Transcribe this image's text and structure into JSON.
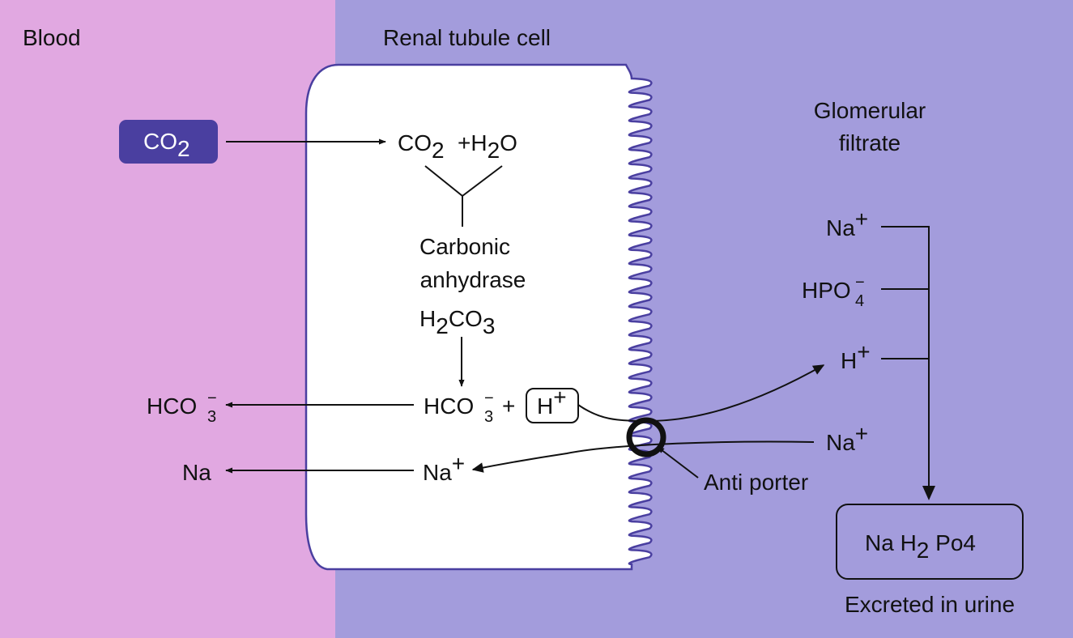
{
  "colors": {
    "blood_bg": "#e1a8e1",
    "cell_region_bg": "#a39cdc",
    "cell_fill": "#ffffff",
    "cell_outline": "#4a3fa0",
    "co2_box_fill": "#4a3fa0",
    "ink": "#111111"
  },
  "regions": {
    "blood": "Blood",
    "renal_tubule_cell": "Renal tubule cell",
    "glomerular_filtrate_line1": "Glomerular",
    "glomerular_filtrate_line2": "filtrate"
  },
  "blood_side": {
    "co2_box": {
      "main": "CO",
      "sub": "2"
    },
    "hco3": {
      "main": "HCO",
      "sup": "−",
      "sub": "3"
    },
    "na": "Na"
  },
  "cell": {
    "reaction_co2": {
      "main": "CO",
      "sub": "2"
    },
    "reaction_plus_h2o": {
      "prefix": "+H",
      "sub": "2",
      "suffix": "O"
    },
    "enzyme_line1": "Carbonic",
    "enzyme_line2": "anhydrase",
    "h2co3": {
      "a": "H",
      "sub1": "2",
      "b": "CO",
      "sub2": "3"
    },
    "hco3": {
      "main": "HCO",
      "sup": "−",
      "sub": "3"
    },
    "plus": "+",
    "h_ion": {
      "main": "H",
      "sup": "+"
    },
    "na_ion": {
      "main": "Na",
      "sup": "+"
    }
  },
  "antiporter_label": "Anti porter",
  "filtrate": {
    "na_top": {
      "main": "Na",
      "sup": "+"
    },
    "hpo4": {
      "main": "HPO",
      "sup": "−",
      "sub": "4"
    },
    "h_ion": {
      "main": "H",
      "sup": "+"
    },
    "na_in": {
      "main": "Na",
      "sup": "+"
    },
    "product": {
      "a": "Na H",
      "sub": "2",
      "b": " Po4"
    },
    "excreted": "Excreted in urine"
  }
}
